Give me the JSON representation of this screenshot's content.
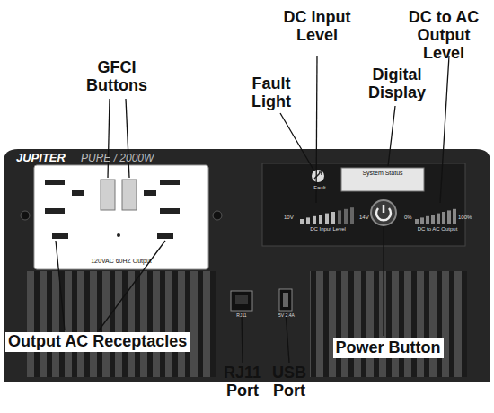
{
  "diagram": {
    "labels": [
      "GFCI Buttons",
      "DC Input Level",
      "Fault Light",
      "DC to AC Output Level",
      "Digital Display",
      "JUPITER",
      "PURE / 2000W",
      "System Status",
      "Fault",
      "10V",
      "14V",
      "DC Input Level",
      "0%",
      "100%",
      "DC to AC Output",
      "120VAC 60HZ Output",
      "RJ11",
      "5V 2.4A",
      "Output AC Receptacles",
      "Power Button",
      "RJ11 Port",
      "USB Port"
    ]
  }
}
